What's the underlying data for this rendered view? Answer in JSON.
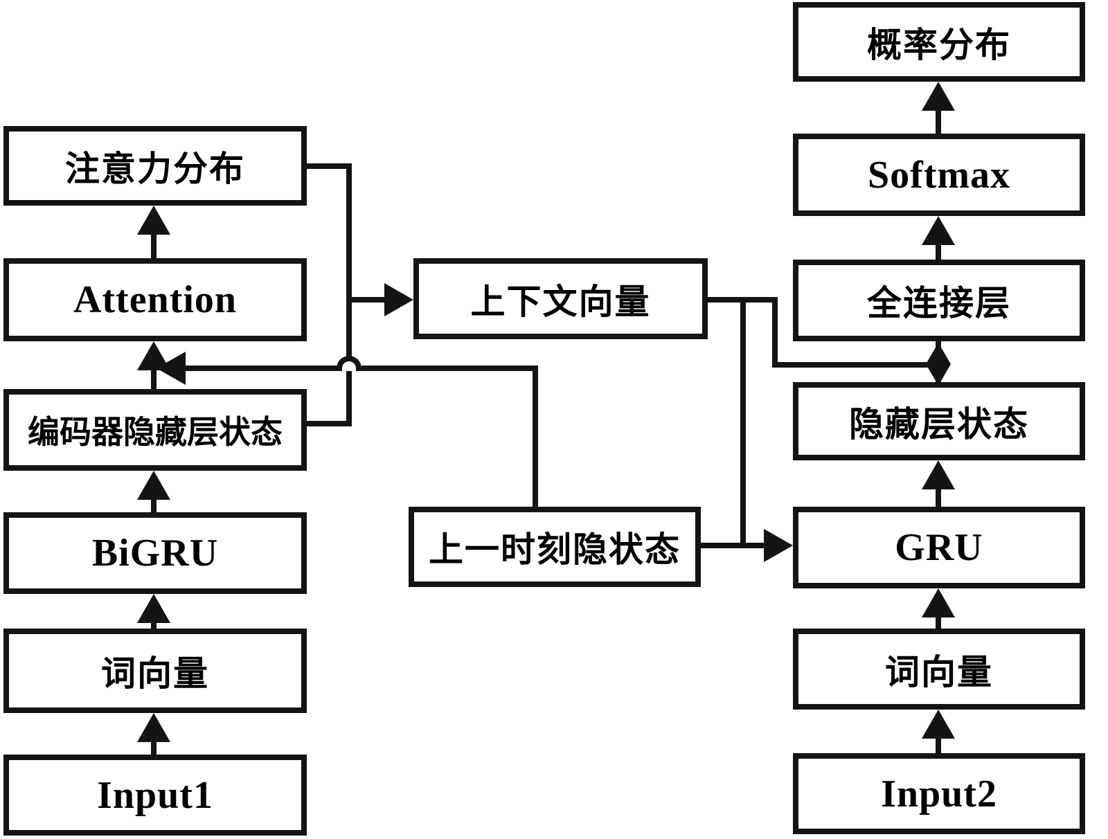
{
  "nodes": {
    "attention_distribution": "注意力分布",
    "attention": "Attention",
    "encoder_hidden_state": "编码器隐藏层状态",
    "bigru": "BiGRU",
    "word_vector_left": "词向量",
    "input1": "Input1",
    "context_vector": "上下文向量",
    "prev_time_hidden_state": "上一时刻隐状态",
    "probability_distribution": "概率分布",
    "softmax": "Softmax",
    "fully_connected_layer": "全连接层",
    "hidden_layer_state": "隐藏层状态",
    "gru": "GRU",
    "word_vector_right": "词向量",
    "input2": "Input2"
  },
  "edges": [
    {
      "from": "Input1",
      "to": "词向量(左)"
    },
    {
      "from": "词向量(左)",
      "to": "BiGRU"
    },
    {
      "from": "BiGRU",
      "to": "编码器隐藏层状态"
    },
    {
      "from": "编码器隐藏层状态",
      "to": "Attention"
    },
    {
      "from": "上一时刻隐状态",
      "to": "Attention"
    },
    {
      "from": "Attention",
      "to": "注意力分布"
    },
    {
      "from": "注意力分布",
      "to": "上下文向量"
    },
    {
      "from": "编码器隐藏层状态",
      "to": "上下文向量"
    },
    {
      "from": "上下文向量",
      "to": "GRU"
    },
    {
      "from": "上一时刻隐状态",
      "to": "GRU"
    },
    {
      "from": "上下文向量",
      "to": "全连接层"
    },
    {
      "from": "Input2",
      "to": "词向量(右)"
    },
    {
      "from": "词向量(右)",
      "to": "GRU"
    },
    {
      "from": "GRU",
      "to": "隐藏层状态"
    },
    {
      "from": "隐藏层状态",
      "to": "全连接层"
    },
    {
      "from": "全连接层",
      "to": "Softmax"
    },
    {
      "from": "Softmax",
      "to": "概率分布"
    }
  ],
  "colors": {
    "line": "#141414",
    "box_border": "#141414",
    "box_fill": "#ffffff",
    "background": "#ffffff"
  }
}
